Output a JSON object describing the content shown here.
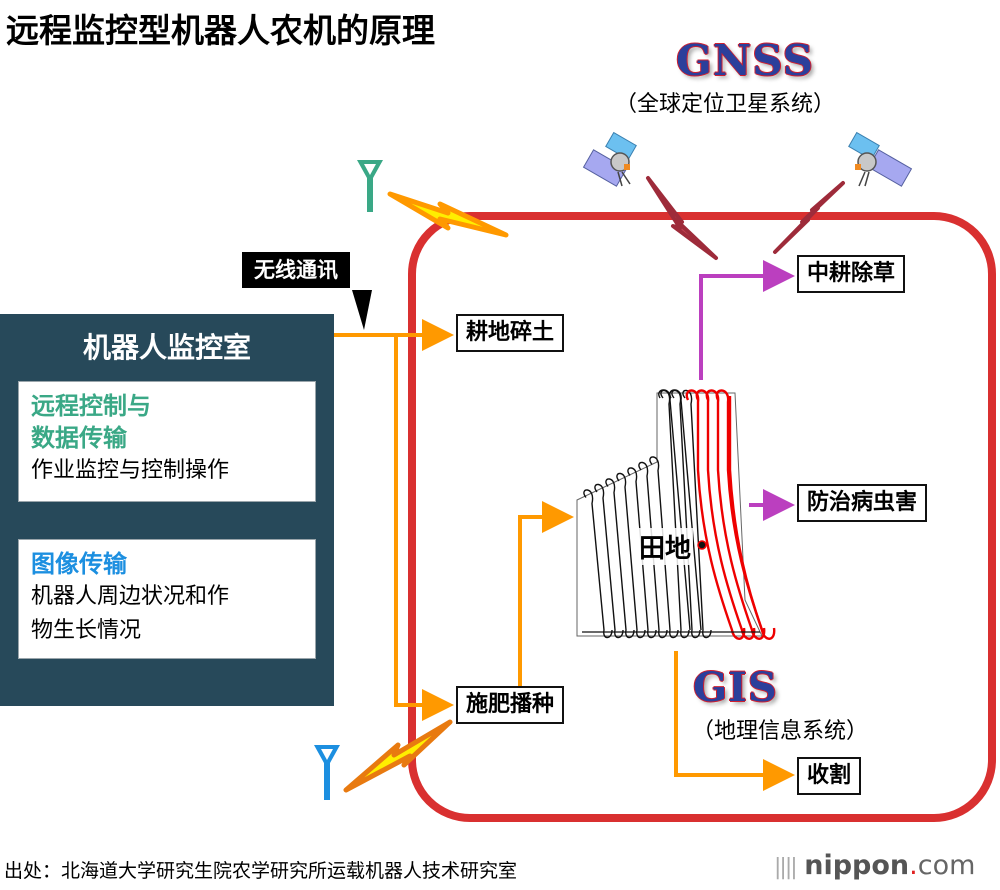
{
  "title": "远程监控型机器人农机的原理",
  "gnss": {
    "name": "GNSS",
    "subtitle": "（全球定位卫星系统）"
  },
  "gis": {
    "name": "GIS",
    "subtitle": "（地理信息系统）"
  },
  "wireless_label": "无线通讯",
  "control_room": {
    "title": "机器人监控室",
    "panels": [
      {
        "heading": "远程控制与\n数据传输",
        "heading_lines": [
          "远程控制与",
          "数据传输"
        ],
        "body_lines": [
          "作业监控与控制操作"
        ],
        "heading_color": "#3aa886"
      },
      {
        "heading": "图像传输",
        "heading_lines": [
          "图像传输"
        ],
        "body_lines": [
          "机器人周边状况和作",
          "物生长情况"
        ],
        "heading_color": "#1c8fe0"
      }
    ]
  },
  "field_label": "田地",
  "tasks": {
    "tillage": "耕地碎土",
    "weeding": "中耕除草",
    "pest_control": "防治病虫害",
    "sowing": "施肥播种",
    "harvest": "收割"
  },
  "icons": {
    "antenna_top": "antenna-icon",
    "antenna_bottom": "antenna-icon",
    "satellite_left": "satellite-icon",
    "satellite_right": "satellite-icon",
    "lightning": "lightning-bolt-icon"
  },
  "colors": {
    "frame_red": "#d93030",
    "flow_orange": "#ff9900",
    "flow_magenta": "#bb3fbf",
    "signal_dark_red": "#9e2b3a",
    "control_room_bg": "#27495a",
    "antenna_green": "#3aa886",
    "antenna_blue": "#1c8fe0"
  },
  "source": "出处：北海道大学研究生院农学研究所运载机器人技术研究室",
  "brand": {
    "main": "nippon",
    "dot": ".",
    "tld": "com"
  }
}
